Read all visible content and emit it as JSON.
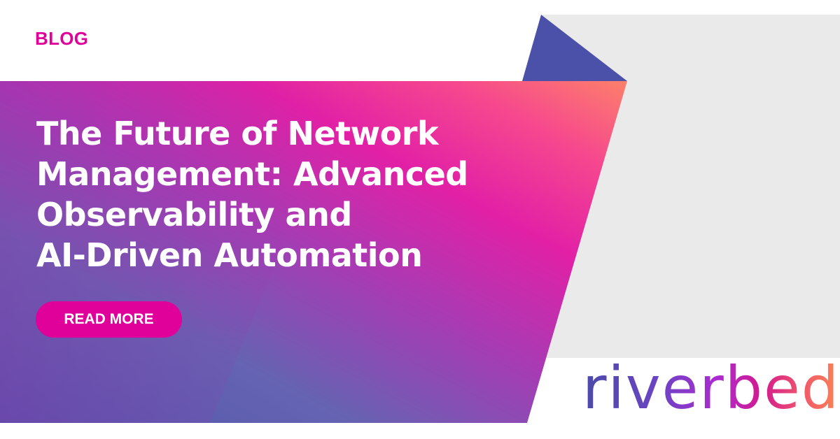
{
  "banner": {
    "category_label": "BLOG",
    "title_lines": [
      "The Future of Network",
      "Management: Advanced",
      "Observability and",
      "AI-Driven Automation"
    ],
    "cta_label": "READ MORE",
    "brand_logo": "riverbed"
  },
  "colors": {
    "accent_pink": "#e0009a",
    "panel_gray": "#eaeaea",
    "triangle_blue": "#4b50a8",
    "gradient_purple": "#5b5cb0",
    "gradient_magenta": "#e020a8",
    "gradient_coral": "#fc7b6c"
  }
}
